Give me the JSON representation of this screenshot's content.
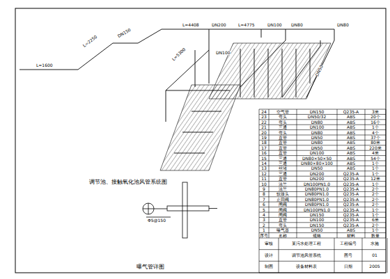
{
  "diagram": {
    "labels": [
      "调节池、接触氧化池风管系统图",
      "曝气管详图",
      "L=4408",
      "DN200",
      "L=4775",
      "DN100",
      "DN80",
      "DN80",
      "L=2250",
      "L=1600",
      "DN150",
      "L=5300",
      "DN100",
      "Φ5@150",
      "DN50",
      "24",
      "空气管",
      "DN150",
      "Q235-A",
      "3米",
      "23",
      "弯头",
      "DN50/32",
      "ABS",
      "20个",
      "22",
      "弯头",
      "DN80",
      "ABS",
      "16个",
      "21",
      "三通",
      "DN100",
      "ABS",
      "1个",
      "20",
      "弯头",
      "DN80",
      "ABS",
      "4个",
      "19",
      "直管",
      "DN50",
      "ABS",
      "37个",
      "18",
      "直管",
      "DN80",
      "ABS",
      "80米",
      "17",
      "直管",
      "DN50",
      "ABS",
      "220米",
      "16",
      "直管",
      "DN100",
      "ABS",
      "4米",
      "15",
      "三通",
      "DN80×50×50",
      "ABS",
      "54个",
      "14",
      "三通",
      "DN80×80×100",
      "ABS",
      "1个",
      "13",
      "丝堵",
      "DN50",
      "ABS",
      "1个",
      "12",
      "三通",
      "DN200",
      "Q235-A",
      "1个",
      "11",
      "直管",
      "DN200",
      "Q235-A",
      "12米",
      "10",
      "法兰",
      "DN100PN1.0",
      "Q235-A",
      "1个",
      "9",
      "法兰",
      "DN80PN1.0",
      "Q235-A",
      "2个",
      "8",
      "软接头",
      "DN80PN1.0",
      "Q235-A",
      "2个",
      "7",
      "止回阀",
      "DN80PN1.0",
      "Q235-A",
      "2个",
      "6",
      "闸阀",
      "DN80PN1.0",
      "Q235-A",
      "2个",
      "5",
      "闸阀",
      "DN100PN1.0",
      "Q235-A",
      "1个",
      "4",
      "闸阀",
      "DN150",
      "Q235-A",
      "1个",
      "3",
      "直管",
      "DN100",
      "Q235-A",
      "6米",
      "2",
      "弯头",
      "DN150",
      "Q235-A",
      "2个",
      "1",
      "曝气器",
      "DN50",
      "ABS",
      "1个",
      "序号",
      "名称",
      "规格",
      "材料",
      "数量",
      "审核",
      "某污水处理工程",
      "工程编号",
      "水施",
      "设计",
      "调节池风管系统",
      "图号",
      "01",
      "制图",
      "设备材料表",
      "日期",
      "2005"
    ]
  }
}
